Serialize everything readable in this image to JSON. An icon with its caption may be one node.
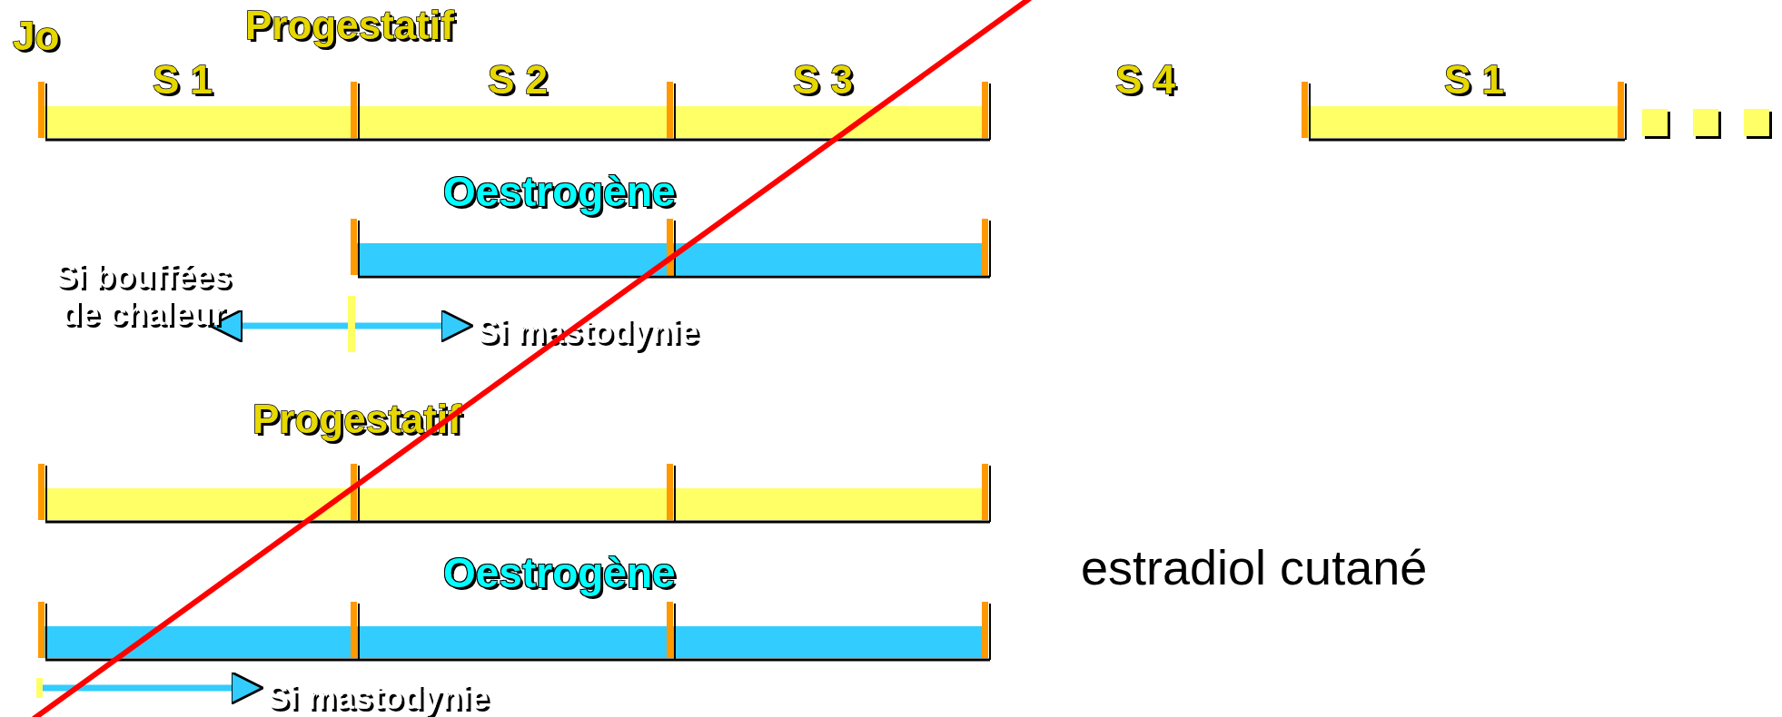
{
  "diagram": {
    "nodes": [
      {
        "text": [
          "Si bouffées de chaleur"
        ]
      },
      {
        "text": [],
        "shape": "bar"
      },
      {
        "text": [
          "Si mastodynie"
        ]
      },
      {
        "text": [],
        "shape": "bar"
      },
      {
        "text": [
          "Si mastodynie"
        ]
      }
    ],
    "edges": [
      {
        "from": 1,
        "to": 0,
        "arrow": "to"
      },
      {
        "from": 1,
        "to": 2,
        "arrow": "to"
      },
      {
        "from": 3,
        "to": 4,
        "arrow": "to"
      }
    ],
    "labels": [
      "Jo",
      "Progestatif",
      "S 1",
      "S 2",
      "S 3",
      "S 4",
      "S 1",
      "Oestrogène",
      "Progestatif",
      "Oestrogène",
      "estradiol cutané"
    ]
  }
}
